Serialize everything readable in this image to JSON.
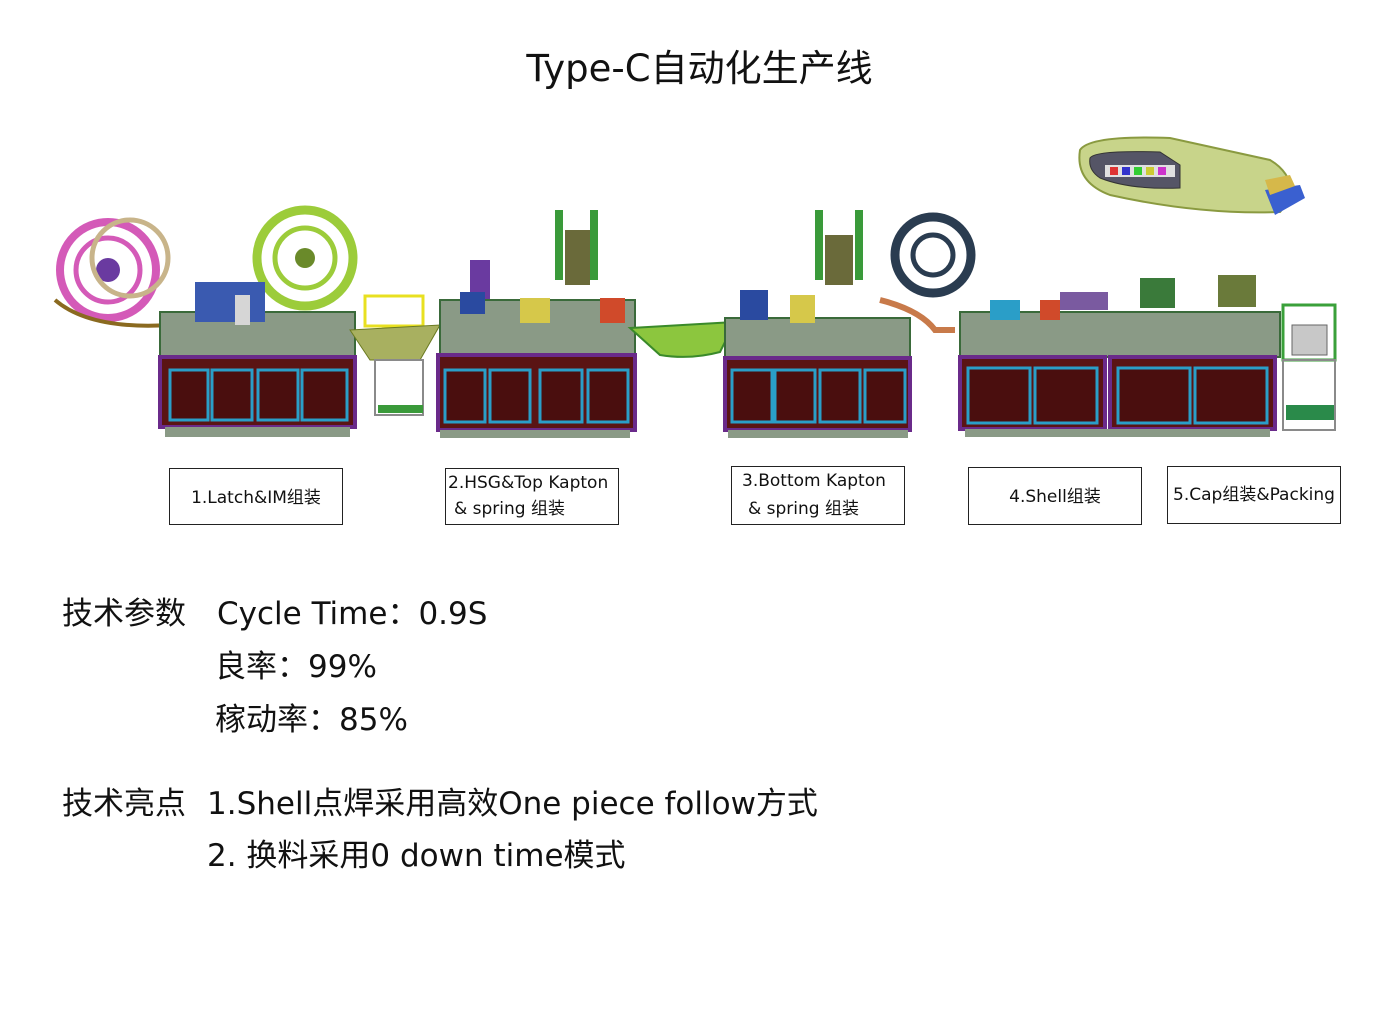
{
  "title": "Type-C自动化生产线",
  "stages": [
    {
      "line1": "1.Latch&IM组装",
      "line2": ""
    },
    {
      "line1": "2.HSG&Top  Kapton",
      "line2": "& spring 组装"
    },
    {
      "line1": "3.Bottom  Kapton",
      "line2": "& spring 组装"
    },
    {
      "line1": "4.Shell组装",
      "line2": ""
    },
    {
      "line1": "5.Cap组装&Packing",
      "line2": ""
    }
  ],
  "tech_params": {
    "heading": "技术参数",
    "items": [
      "Cycle Time：0.9S",
      "良率：99%",
      "稼动率：85%"
    ]
  },
  "highlights": {
    "heading": "技术亮点",
    "items": [
      "1.Shell点焊采用高效One piece follow方式",
      "2. 换料采用0 down time模式"
    ]
  },
  "colors": {
    "cabinet": "#5a1414",
    "frame_blue": "#2a9ec8",
    "frame_purple": "#6a2a8a",
    "conveyor_green": "#8cc63e",
    "reel_pink": "#d45ab8",
    "reel_green": "#9ccc3a",
    "reel_dark": "#2a3c50",
    "table_gray": "#8a9a86"
  }
}
